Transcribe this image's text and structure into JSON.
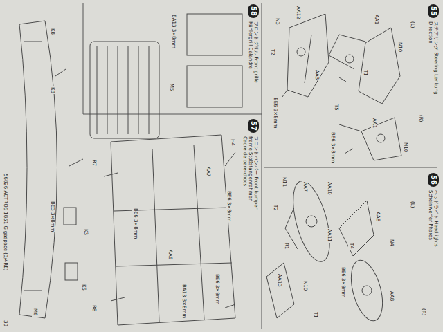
{
  "diagram": {
    "nodes": [
      {
        "text": [
          "55",
          "ステアリング Steering Lenkung Direction"
        ]
      },
      {
        "text": [
          "56",
          "ヘッドライト Headlights Scheinwerfer Phares"
        ]
      },
      {
        "text": [
          "57",
          "フロントバンパー Front bumper frame Stoßstangenrahmen Cadre de pare-chocs"
        ]
      },
      {
        "text": [
          "58",
          "フロントグリル Front grille Kühlergrill Calandre"
        ]
      }
    ],
    "labels": [
      "(L)",
      "N10",
      "AA1",
      "T1",
      "(R)",
      "N10",
      "AA1",
      "T5",
      "BE6 3×8mm",
      "AA3",
      "AA12",
      "N3",
      "T2",
      "BE6 3×8mm",
      "(L)",
      "N4",
      "AA8",
      "T4",
      "BE6 3×8mm",
      "(R)",
      "AA8",
      "AA11",
      "AA10",
      "AA7",
      "N11",
      "T2",
      "R1",
      "N10",
      "AA13",
      "T1",
      "H4",
      "AA7",
      "BE6 3×8mm",
      "AA6",
      "BE6 3×8mm",
      "BA13 3×8mm",
      "BE6 3×8mm",
      "M5",
      "BA13 3×8mm",
      "K8",
      "K8",
      "R7",
      "K3",
      "BE3 3×8mm",
      "K5",
      "R8",
      "M6",
      "56826 ACTROS 1851 Gigaspace (3/4RE)",
      "30"
    ]
  }
}
